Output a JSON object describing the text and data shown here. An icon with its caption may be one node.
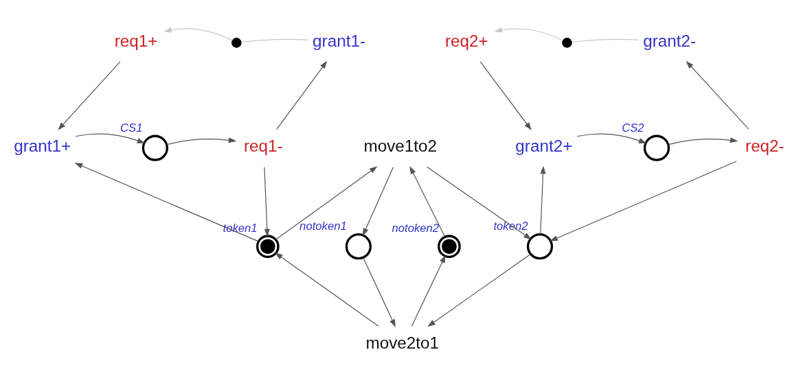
{
  "diagram": {
    "nodes": [
      {
        "text": [
          "req1+"
        ]
      },
      {
        "text": [],
        "shape": "dot"
      },
      {
        "text": [
          "grant1-"
        ]
      },
      {
        "text": [
          "req2+"
        ]
      },
      {
        "text": [],
        "shape": "dot"
      },
      {
        "text": [
          "grant2-"
        ]
      },
      {
        "text": [
          "grant1+"
        ]
      },
      {
        "text": [],
        "shape": "circle",
        "beside": [
          "CS1"
        ]
      },
      {
        "text": [
          "req1-"
        ]
      },
      {
        "text": [
          "move1to2"
        ]
      },
      {
        "text": [
          "grant2+"
        ]
      },
      {
        "text": [],
        "shape": "circle",
        "beside": [
          "CS2"
        ]
      },
      {
        "text": [
          "req2-"
        ]
      },
      {
        "text": [],
        "shape": "bullseye",
        "beside": [
          "token1"
        ]
      },
      {
        "text": [],
        "shape": "circle",
        "beside": [
          "notoken1"
        ]
      },
      {
        "text": [],
        "shape": "bullseye",
        "beside": [
          "notoken2"
        ]
      },
      {
        "text": [],
        "shape": "circle",
        "beside": [
          "token2"
        ]
      },
      {
        "text": [
          "move2to1"
        ]
      }
    ],
    "edges": [
      {
        "from": 2,
        "to": 1,
        "arrow": "none",
        "color": "#c8c8c8"
      },
      {
        "from": 1,
        "to": 0,
        "arrow": "to",
        "color": "#c8c8c8"
      },
      {
        "from": 0,
        "to": 6,
        "arrow": "to"
      },
      {
        "from": 6,
        "to": 7,
        "arrow": "to"
      },
      {
        "from": 7,
        "to": 8,
        "arrow": "to"
      },
      {
        "from": 8,
        "to": 2,
        "arrow": "to"
      },
      {
        "from": 5,
        "to": 4,
        "arrow": "none",
        "color": "#c8c8c8"
      },
      {
        "from": 4,
        "to": 3,
        "arrow": "to",
        "color": "#c8c8c8"
      },
      {
        "from": 3,
        "to": 10,
        "arrow": "to"
      },
      {
        "from": 10,
        "to": 11,
        "arrow": "to"
      },
      {
        "from": 11,
        "to": 12,
        "arrow": "to"
      },
      {
        "from": 12,
        "to": 5,
        "arrow": "to"
      },
      {
        "from": 13,
        "to": 6,
        "arrow": "to"
      },
      {
        "from": 8,
        "to": 13,
        "arrow": "to"
      },
      {
        "from": 13,
        "to": 9,
        "arrow": "to"
      },
      {
        "from": 9,
        "to": 14,
        "arrow": "to"
      },
      {
        "from": 15,
        "to": 9,
        "arrow": "to"
      },
      {
        "from": 9,
        "to": 16,
        "arrow": "to"
      },
      {
        "from": 16,
        "to": 10,
        "arrow": "to"
      },
      {
        "from": 12,
        "to": 16,
        "arrow": "to"
      },
      {
        "from": 17,
        "to": 13,
        "arrow": "to"
      },
      {
        "from": 14,
        "to": 17,
        "arrow": "to"
      },
      {
        "from": 17,
        "to": 15,
        "arrow": "to"
      },
      {
        "from": 16,
        "to": 17,
        "arrow": "to"
      }
    ]
  }
}
